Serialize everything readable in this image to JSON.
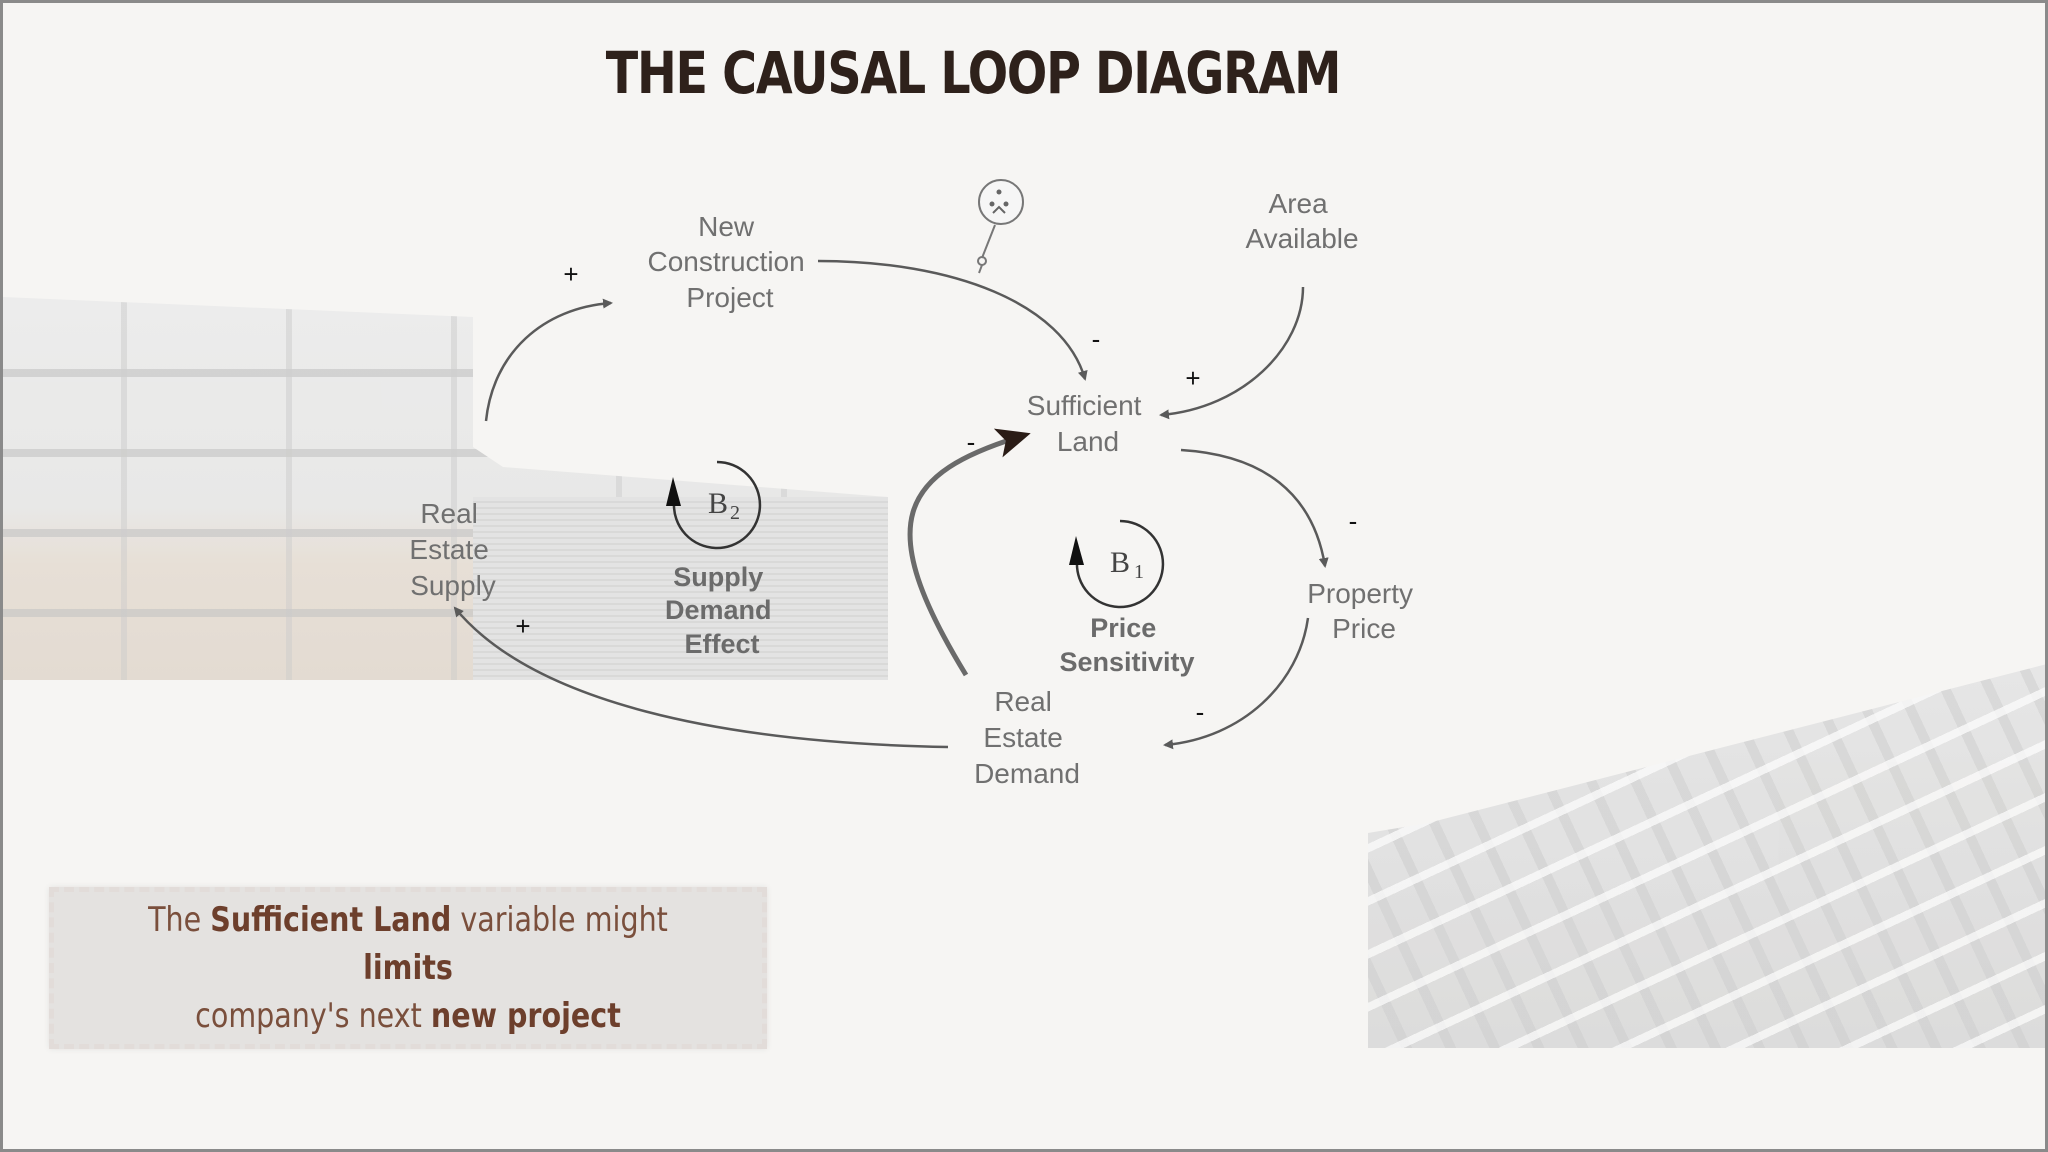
{
  "title": "THE CAUSAL LOOP DIAGRAM",
  "nodes": {
    "new_construction_project": [
      "New",
      "Construction",
      "Project"
    ],
    "area_available": [
      "Area",
      "Available"
    ],
    "sufficient_land": [
      "Sufficient",
      "Land"
    ],
    "property_price": [
      "Property",
      "Price"
    ],
    "real_estate_demand": [
      "Real",
      "Estate",
      "Demand"
    ],
    "real_estate_supply": [
      "Real",
      "Estate",
      "Supply"
    ]
  },
  "link_signs": {
    "supply_to_construction": "+",
    "construction_to_land": "-",
    "area_to_land": "+",
    "demand_to_land": "-",
    "land_to_price": "-",
    "price_to_demand": "-",
    "demand_to_supply": "+"
  },
  "loops": {
    "b2": {
      "letter": "B",
      "sub": "2",
      "name": [
        "Supply",
        "Demand",
        "Effect"
      ]
    },
    "b1": {
      "letter": "B",
      "sub": "1",
      "name": [
        "Price",
        "Sensitivity"
      ]
    }
  },
  "note": {
    "part1": "The ",
    "highlight1": "Sufficient Land",
    "part2": " variable might ",
    "highlight2": "limits",
    "part3": "company's next ",
    "highlight3": "new project"
  },
  "colors": {
    "title": "#2e211b",
    "node_text": "#707070",
    "arrow": "#5a5a5a",
    "note_text": "#7a4f3c"
  },
  "icons": [
    "delay-marker-icon",
    "loop-arrow-icon"
  ]
}
